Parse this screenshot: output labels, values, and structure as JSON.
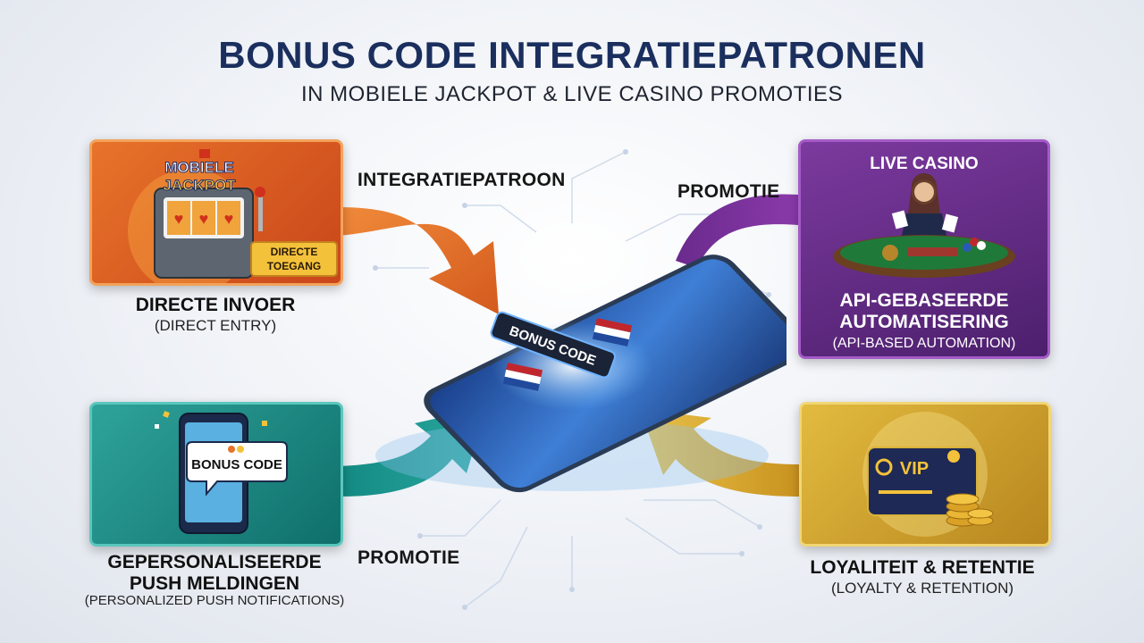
{
  "header": {
    "title": "BONUS CODE INTEGRATIEPATRONEN",
    "subtitle": "IN MOBIELE JACKPOT & LIVE CASINO PROMOTIES"
  },
  "phone": {
    "bonus_label": "BONUS CODE"
  },
  "cards": {
    "jackpot": {
      "sign": [
        "MOBIELE",
        "JACKPOT"
      ],
      "badge": [
        "DIRECTE",
        "TOEGANG"
      ],
      "title": "DIRECTE INVOER",
      "subtitle": "(DIRECT ENTRY)"
    },
    "live": {
      "sign": "LIVE CASINO",
      "title_line1": "API-GEBASEERDE",
      "title_line2": "AUTOMATISERING",
      "subtitle": "(API-BASED AUTOMATION)"
    },
    "push": {
      "bubble": "BONUS CODE",
      "title_line1": "GEPERSONALISEERDE",
      "title_line2": "PUSH MELDINGEN",
      "subtitle": "(PERSONALIZED PUSH NOTIFICATIONS)"
    },
    "vip": {
      "card_text": "VIP",
      "title": "LOYALITEIT & RETENTIE",
      "subtitle": "(LOYALTY & RETENTION)"
    }
  },
  "arrows": {
    "top_left": "INTEGRATIEPATROON",
    "top_right": "PROMOTIE",
    "bottom_left": "PROMOTIE"
  },
  "colors": {
    "orange": "#e3692a",
    "purple": "#7a2f9a",
    "teal": "#1f9a92",
    "gold": "#d9a92e",
    "title": "#1b2f5e"
  }
}
